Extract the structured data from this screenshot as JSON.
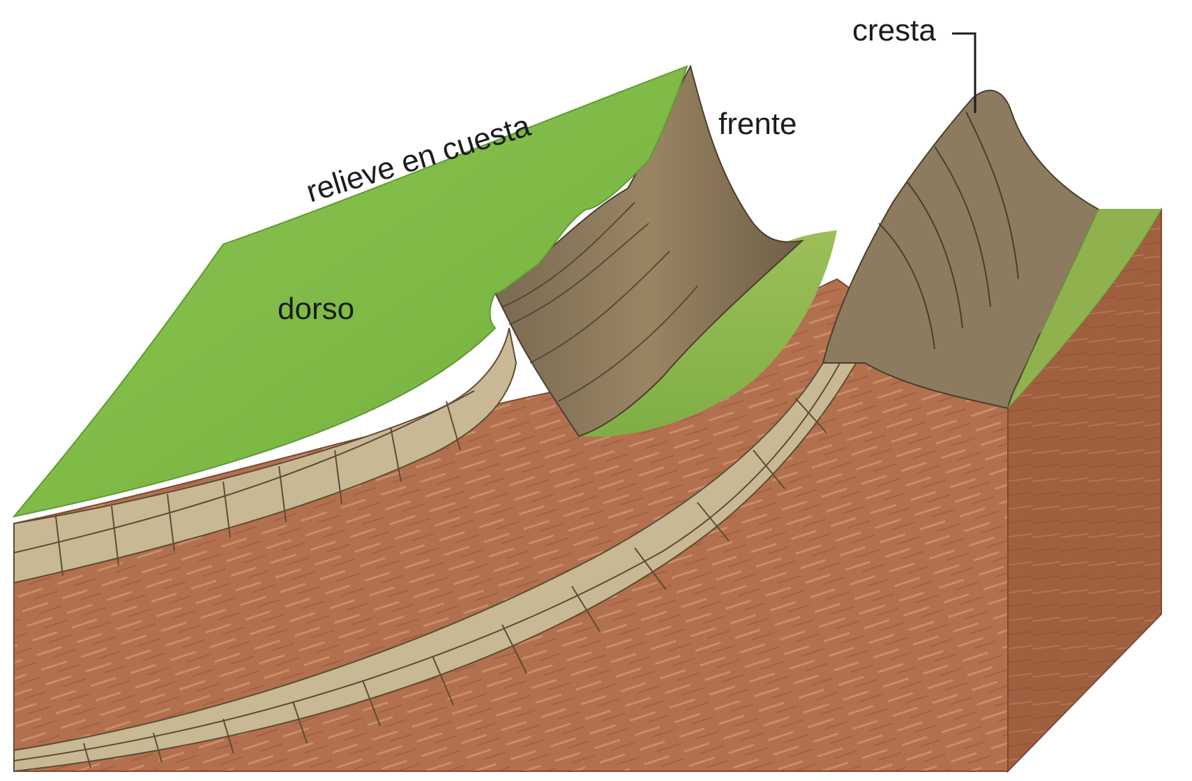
{
  "labels": {
    "relieve": "relieve en cuesta",
    "frente": "frente",
    "cresta": "cresta",
    "dorso": "dorso"
  },
  "colors": {
    "grass": "#86bf4a",
    "grass_dark": "#5f9a34",
    "soil": "#b5714f",
    "soil_dark": "#9c5a3c",
    "limestone": "#c9b995",
    "rock": "#7d6d55",
    "label_text": "#1c1c1c"
  }
}
